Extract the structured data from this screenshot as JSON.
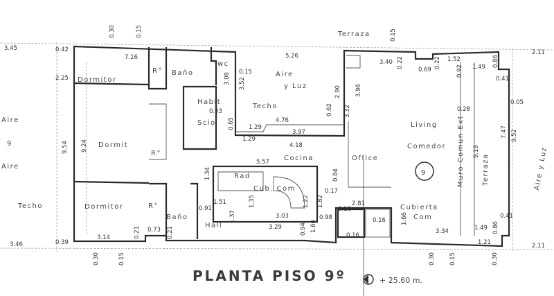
{
  "title": "PLANTA PISO 9º",
  "level": "+ 25.60 m.",
  "floor_number": "9",
  "rooms": [
    "Dormitor",
    "Baño",
    "wc",
    "R°",
    "Aire",
    "y Luz",
    "Habit",
    "Scio",
    "Techo",
    "Dormit",
    "R°",
    "Living",
    "Comedor",
    "Cocina",
    "Office",
    "Muro Comun Ext",
    "Terraza",
    "Aire y Luz",
    "Dormitor",
    "R°",
    "Baño",
    "Hall",
    "Cub. Com",
    "Cubierta",
    "Com",
    "Techo",
    "Aire",
    "9",
    "Terraza",
    "Aire",
    "Rad"
  ],
  "dimensions": [
    "3.45",
    "3.46",
    "2.11",
    "2.11",
    "7.16",
    "5.26",
    "3.40",
    "0.69",
    "1.52",
    "1.49",
    "0.41",
    "0.86",
    "7.47",
    "9.52",
    "9.19",
    "0.28",
    "3.08",
    "3.52",
    "4.76",
    "3.97",
    "4.18",
    "1.29",
    "1.29",
    "3.96",
    "2.90",
    "9.24",
    "9.54",
    "5.57",
    "3.14",
    "0.73",
    "0.21",
    "0.21",
    "1.34",
    "1.51",
    "1.37",
    "1.35",
    "3.03",
    "3.29",
    "0.94",
    "1.82",
    "0.17",
    "0.98",
    "1.66",
    "2.81",
    "1.66",
    "3.34",
    "1.49",
    "0.86",
    "0.41",
    "1.21",
    "0.30",
    "0.15",
    "0.30",
    "0.15",
    "0.30",
    "0.15",
    "0.30",
    "0.15",
    "0.16",
    "0.42",
    "0.39",
    "2.25",
    "0.03",
    "0.65",
    "0.15",
    "0.22",
    "0.22",
    "0.92",
    "0.05",
    "0.62",
    "3.32",
    "1.22",
    "0.84",
    "0.16",
    "0.16",
    "0.91"
  ]
}
